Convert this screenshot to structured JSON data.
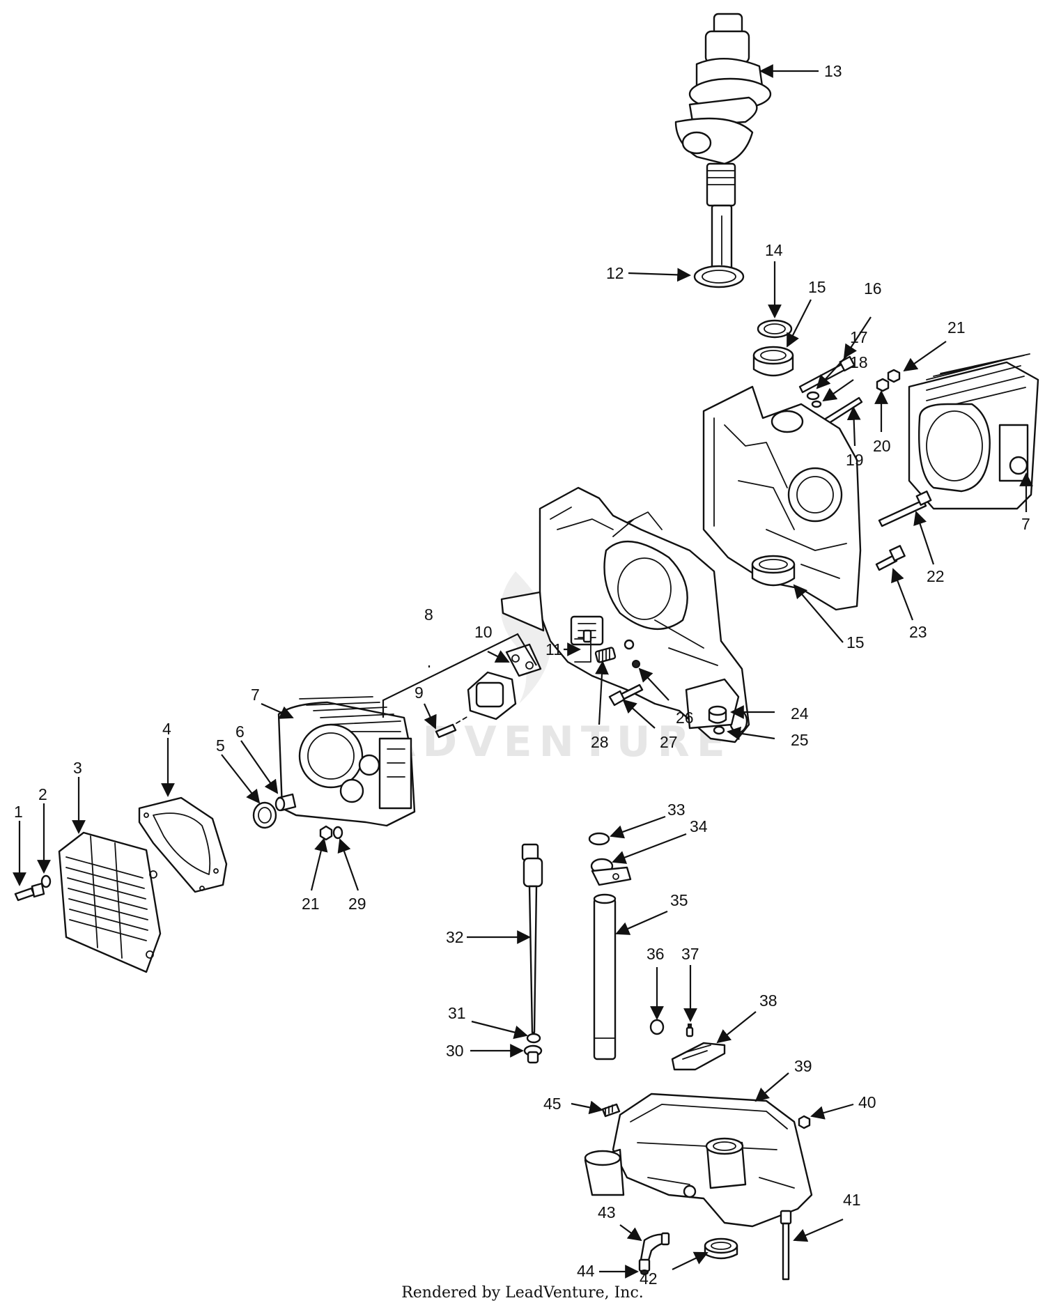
{
  "diagram": {
    "callouts": [
      "1",
      "2",
      "3",
      "4",
      "5",
      "6",
      "7",
      "8",
      "9",
      "10",
      "11",
      "12",
      "13",
      "14",
      "15",
      "16",
      "17",
      "18",
      "19",
      "20",
      "21",
      "22",
      "23",
      "24",
      "25",
      "26",
      "27",
      "28",
      "29",
      "30",
      "31",
      "32",
      "33",
      "34",
      "35",
      "36",
      "37",
      "38",
      "39",
      "40",
      "41",
      "42",
      "43",
      "44",
      "45"
    ],
    "watermark": "ADVENTURE"
  },
  "footer": {
    "text": "Rendered by LeadVenture, Inc."
  }
}
